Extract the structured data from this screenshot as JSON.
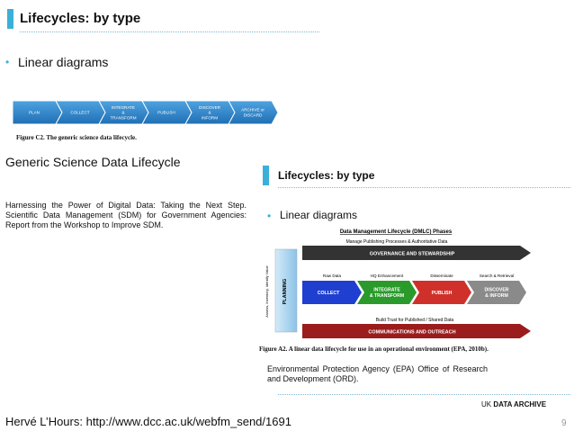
{
  "slide1": {
    "title": "Lifecycles: by type",
    "bullet": "Linear diagrams",
    "steps": [
      "PLAN",
      "COLLECT",
      "INTEGRATE & TRANSFORM",
      "PUBLISH",
      "DISCOVER & INFORM",
      "ARCHIVE or DISCARD"
    ],
    "figure_caption": "Figure C2. The generic science data lifecycle.",
    "diagram_name": "Generic Science Data Lifecycle",
    "source": "Harnessing the Power of Digital Data: Taking the Next Step. Scientific Data Management (SDM) for Government Agencies: Report from the Workshop to Improve SDM."
  },
  "slide2": {
    "title": "Lifecycles: by type",
    "bullet": "Linear diagrams",
    "dmlc_title": "Data Management Lifecycle (DMLC) Phases",
    "manage_label": "Manage Publishing Processes & Authoritative Data",
    "governance": "GOVERNANCE AND STEWARDSHIP",
    "side_label": "Assess, Inventory, Identify Value",
    "planning": "PLANNING",
    "sub_labels": [
      "Raw Data",
      "HQ Enhancement",
      "Disseminate",
      "Search & Retrieval"
    ],
    "phases": [
      "COLLECT",
      "INTEGRATE & TRANSFORM",
      "PUBLISH",
      "DISCOVER & INFORM"
    ],
    "trust_label": "Build Trust for Published / Shared Data",
    "communications": "COMMUNICATIONS AND OUTREACH",
    "figure_caption": "Figure A2. A linear data lifecycle for use in an operational environment (EPA, 2010b).",
    "source": "Environmental Protection Agency (EPA) Office of Research and Development (ORD).",
    "footer_brand_uk": "UK",
    "footer_brand_rest": "DATA ARCHIVE"
  },
  "credit": "Hervé L’Hours: http://www.dcc.ac.uk/webfm_send/1691",
  "page_number": "9",
  "colors": {
    "accent": "#3ab0d8",
    "step_blue": "#2a7ec4",
    "phase_collect": "#1f3fd0",
    "phase_integrate": "#2a9a2a",
    "phase_publish": "#d0302a",
    "phase_discover": "#8a8a8a",
    "band_dark": "#333333",
    "band_red": "#9b1c1c",
    "planning_bg": "#a9d2ee"
  }
}
